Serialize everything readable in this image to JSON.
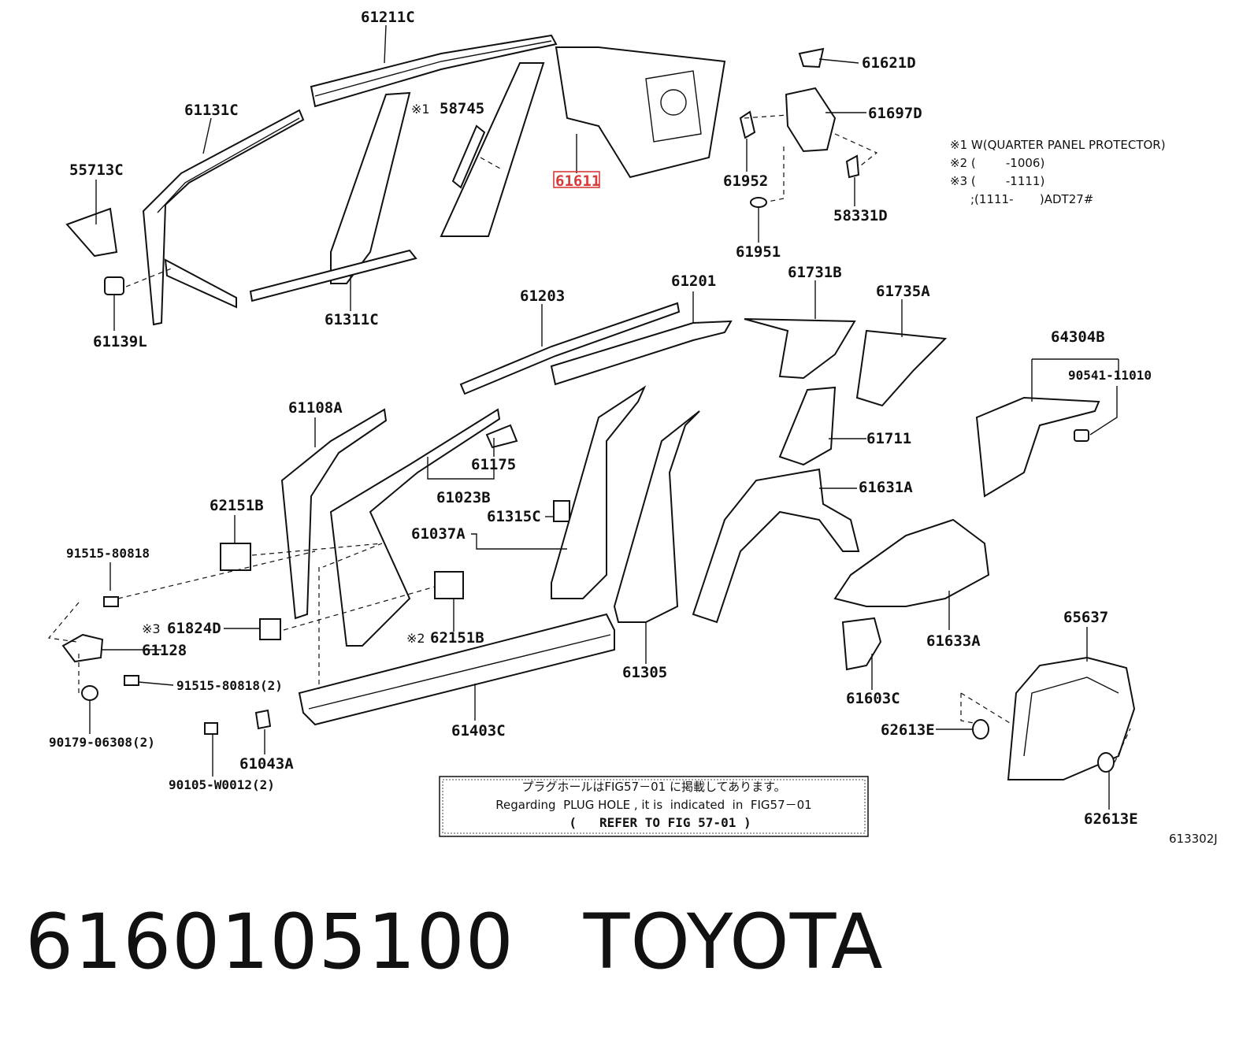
{
  "highlighted_part": "61611",
  "labels": {
    "p61211C": "61211C",
    "p61131C": "61131C",
    "p55713C": "55713C",
    "p61139L": "61139L",
    "p61311C": "61311C",
    "p58745": "58745",
    "p58745_mark": "※1",
    "p61621D": "61621D",
    "p61697D": "61697D",
    "p61952": "61952",
    "p58331D": "58331D",
    "p61951": "61951",
    "p61203": "61203",
    "p61201": "61201",
    "p61731B": "61731B",
    "p61735A": "61735A",
    "p64304B": "64304B",
    "p90541": "90541-11010",
    "p61108A": "61108A",
    "p61175": "61175",
    "p61023B": "61023B",
    "p61711": "61711",
    "p62151B_a": "62151B",
    "p61315C": "61315C",
    "p61037A": "61037A",
    "p61631A": "61631A",
    "p91515_a": "91515-80818",
    "p61824D": "61824D",
    "p61824D_mark": "※3",
    "p62151B_b": "62151B",
    "p62151B_b_mark": "※2",
    "p61128": "61128",
    "p91515_b": "91515-80818(2)",
    "p90179": "90179-06308(2)",
    "p61305": "61305",
    "p61633A": "61633A",
    "p65637": "65637",
    "p61603C": "61603C",
    "p62613E_a": "62613E",
    "p61403C": "61403C",
    "p61043A": "61043A",
    "p90105": "90105-W0012(2)",
    "p62613E_b": "62613E"
  },
  "legend": {
    "line1": "※1 W(QUARTER PANEL PROTECTOR)",
    "line2": "※2 (        -1006)",
    "line3": "※3 (        -1111)",
    "line4": ";(1111-       )ADT27#"
  },
  "note_box": {
    "line1": "プラグホールはFIG57－01 に掲載してあります。",
    "line2": "Regarding  PLUG HOLE , it is  indicated  in  FIG57－01",
    "line3": "(   REFER TO FIG 57-01 )"
  },
  "figure_code": "613302J",
  "caption": {
    "part_number": "6160105100",
    "brand": "TOYOTA"
  }
}
